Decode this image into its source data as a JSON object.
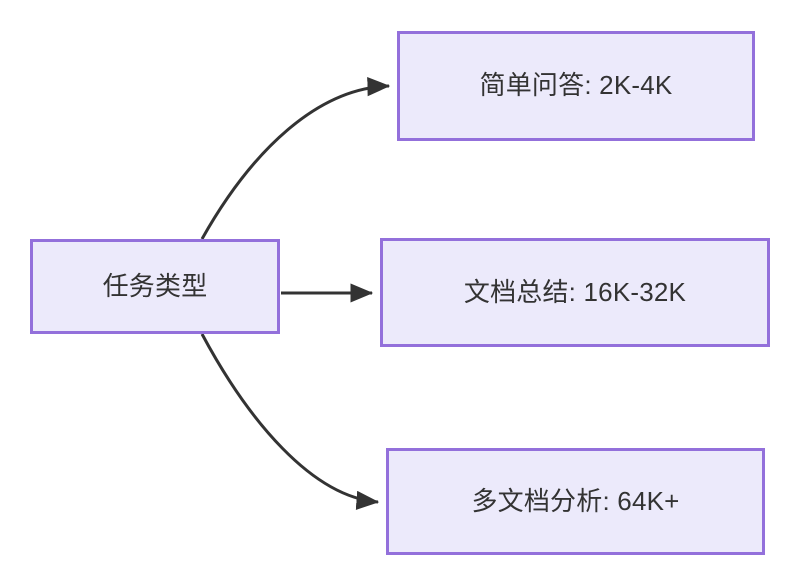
{
  "diagram": {
    "type": "flowchart",
    "direction": "left-to-right",
    "background_color": "#ffffff",
    "node_fill_color": "#ECEAFB",
    "node_border_color": "#9370DB",
    "node_text_color": "#333333",
    "edge_color": "#333333",
    "root": {
      "id": "root",
      "label": "任务类型"
    },
    "branches": [
      {
        "id": "simple-qa",
        "label": "简单问答: 2K-4K",
        "edge_style": "curved"
      },
      {
        "id": "doc-summary",
        "label": "文档总结: 16K-32K",
        "edge_style": "straight"
      },
      {
        "id": "multi-doc",
        "label": "多文档分析: 64K+",
        "edge_style": "curved"
      }
    ],
    "edges": [
      {
        "from": "root",
        "to": "simple-qa",
        "arrow": "arrowhead-icon"
      },
      {
        "from": "root",
        "to": "doc-summary",
        "arrow": "arrowhead-icon"
      },
      {
        "from": "root",
        "to": "multi-doc",
        "arrow": "arrowhead-icon"
      }
    ]
  }
}
